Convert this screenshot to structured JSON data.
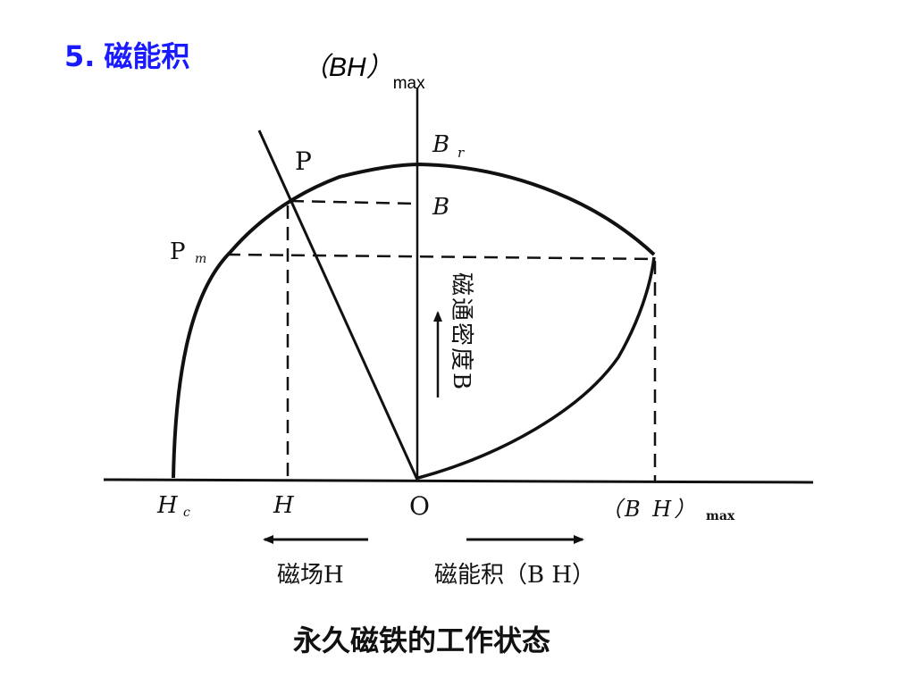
{
  "header": {
    "number": "5.",
    "title": "磁能积",
    "formula_main": "（BH）",
    "formula_sub": "max"
  },
  "diagram": {
    "point_p": "P",
    "point_pm": "P",
    "point_pm_sub": "m",
    "br": "B",
    "br_sub": "r",
    "b": "B",
    "origin": "O",
    "hc": "H",
    "hc_sub": "c",
    "h": "H",
    "bh_max": "（B H）",
    "bh_max_sub": "max",
    "flux_density_label": "磁通密度B",
    "field_label": "磁场H",
    "energy_product_label": "磁能积（B H）",
    "caption": "永久磁铁的工作状态"
  },
  "colors": {
    "title": "#1a1aff",
    "ink": "#111111"
  }
}
